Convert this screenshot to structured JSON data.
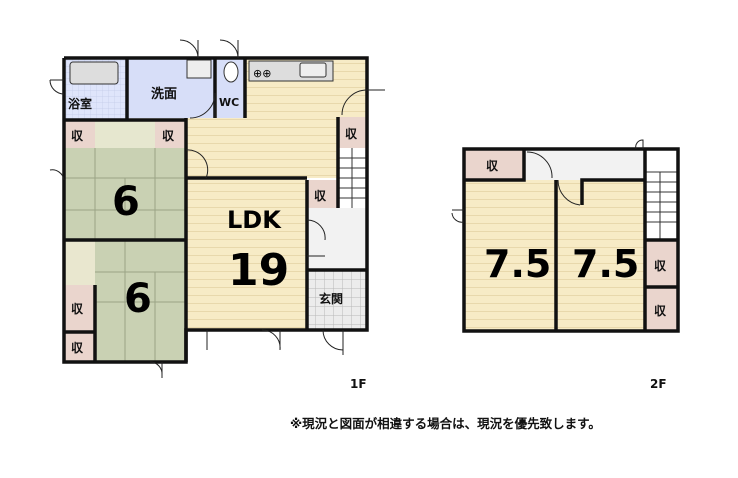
{
  "floor1": {
    "label": "1F",
    "rooms": {
      "bath": "浴室",
      "washroom": "洗面",
      "wc": "WC",
      "ldk_name": "LDK",
      "ldk_size": "19",
      "washitsu1_size": "6",
      "washitsu2_size": "6",
      "entrance": "玄関",
      "storage": "収"
    }
  },
  "floor2": {
    "label": "2F",
    "rooms": {
      "room1_size": "7.5",
      "room2_size": "7.5",
      "storage": "収"
    }
  },
  "note": "※現況と図面が相違する場合は、現況を優先致します。",
  "colors": {
    "tatami": "#c9d1b3",
    "flooring": "#f7ebc6",
    "wet_area": "#d7def8",
    "storage": "#ead5cd",
    "entrance_tile": "#e2e2e2"
  }
}
